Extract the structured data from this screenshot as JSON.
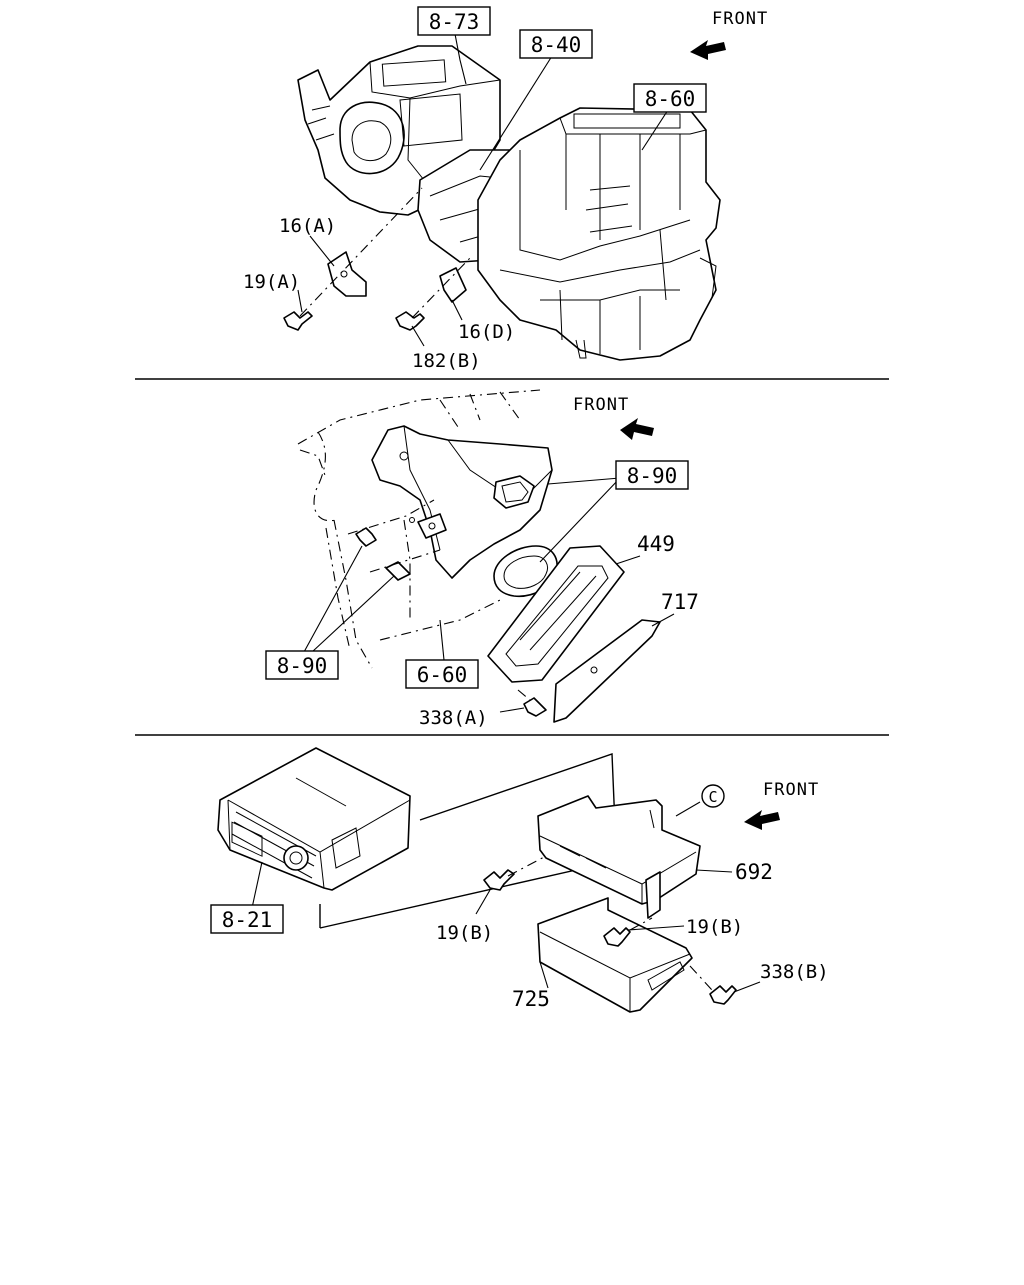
{
  "front_labels": [
    "FRONT",
    "FRONT",
    "FRONT"
  ],
  "section1": {
    "ref_8_73": "8-73",
    "ref_8_40": "8-40",
    "ref_8_60": "8-60",
    "part_16a": "16(A)",
    "part_19a": "19(A)",
    "part_16d": "16(D)",
    "part_182b": "182(B)"
  },
  "section2": {
    "ref_8_90_top": "8-90",
    "ref_8_90_left": "8-90",
    "ref_6_60": "6-60",
    "part_449": "449",
    "part_717": "717",
    "part_338a": "338(A)"
  },
  "section3": {
    "ref_8_21": "8-21",
    "circle_c": "C",
    "part_692": "692",
    "part_19b_left": "19(B)",
    "part_19b_right": "19(B)",
    "part_725": "725",
    "part_338b": "338(B)"
  }
}
